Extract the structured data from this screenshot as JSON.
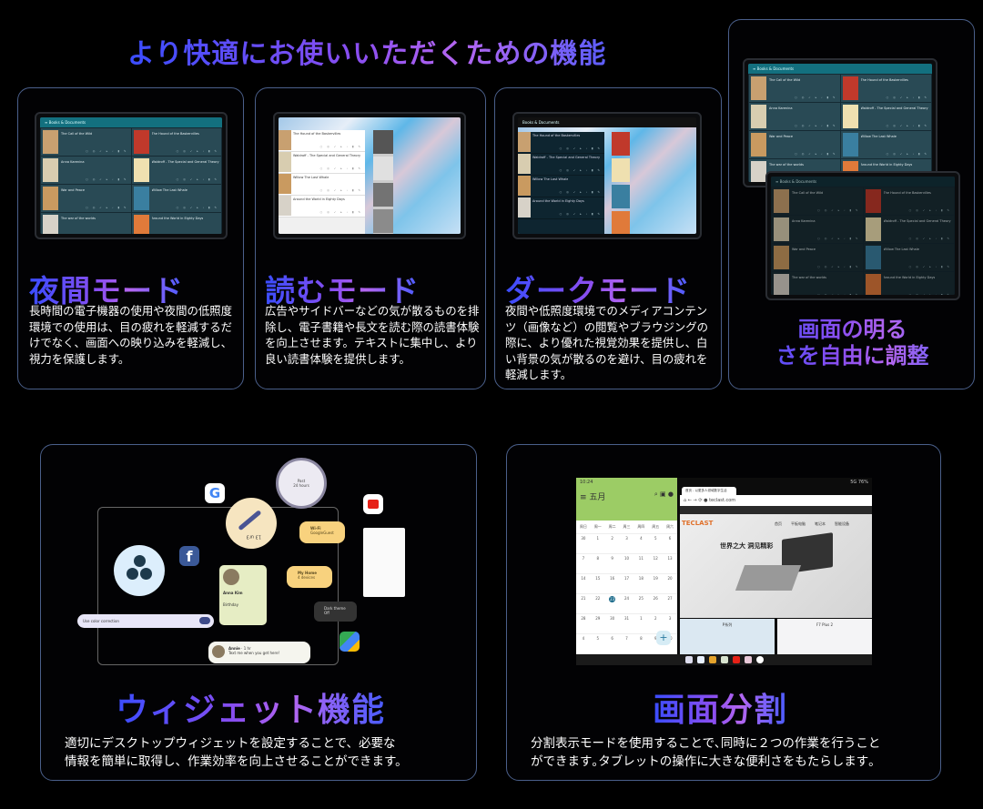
{
  "header": {
    "title": "より快適にお使いいただくための機能"
  },
  "cards": [
    {
      "title": "夜間モード",
      "desc": "長時間の電子機器の使用や夜間の低照度環境での使用は、目の疲れを軽減するだけでなく、画面への映り込みを軽減し、視力を保護します。"
    },
    {
      "title": "読むモード",
      "desc": "広告やサイドバーなどの気が散るものを排除し、電子書籍や長文を読む際の読書体験を向上させます。テキストに集中し、より良い読書体験を提供します。"
    },
    {
      "title": "ダークモード",
      "desc": "夜間や低照度環境でのメディアコンテンツ（画像など）の閲覧やブラウジングの際に、より優れた視覚効果を提供し、白い背景の気が散るのを避け、目の疲れを軽減します。"
    },
    {
      "title_line1": "画面の明る",
      "title_line2": "さを自由に調整"
    },
    {
      "title": "ウィジェット機能",
      "desc_line1": "適切にデスクトップウィジェットを設定することで、必要な",
      "desc_line2": "情報を簡単に取得し、作業効率を向上させることができます。"
    },
    {
      "title": "画面分割",
      "desc_line1": "分割表示モードを使用することで､同時に２つの作業を行うこと",
      "desc_line2": "ができます｡タブレットの操作に大きな便利さをもたらします｡"
    }
  ],
  "app": {
    "appbar_title": "Books & Documents",
    "books": [
      {
        "title": "The Call of the Wild",
        "color": "#c8a070"
      },
      {
        "title": "The Hound of the Baskervilles",
        "color": "#c0392b"
      },
      {
        "title": "Anna Karenina",
        "color": "#d8cdb0"
      },
      {
        "title": "Waldroff - The Special and General Theory",
        "color": "#efe0b0"
      },
      {
        "title": "War and Peace",
        "color": "#c99a60"
      },
      {
        "title": "Willow The Last Whale",
        "color": "#3a7fa0"
      },
      {
        "title": "The war of the worlds",
        "color": "#d7d2c8"
      },
      {
        "title": "Around the World in Eighty Days",
        "color": "#e07a3a"
      }
    ],
    "action_icons": "○ ◎ ✓ ▸ ‹ ▮ ✎"
  },
  "widgets": {
    "timer_label": "Past",
    "timer_sub": "24 hours",
    "wifi_title": "Wi-Fi",
    "wifi_sub": "GoogleGuest",
    "home_title": "My Home",
    "home_sub": "4 devices",
    "dark_theme": "Dark theme",
    "dark_sub": "Off",
    "contact_name": "Anna Kim",
    "birthday": "Birthday",
    "color_correction": "Use color correction",
    "message_name": "Annie",
    "message_time": "1 hr",
    "message_text": "Text me when you get here!",
    "clock_text": "13 ur3"
  },
  "split": {
    "status_time": "10:24",
    "battery": "5G 76%",
    "calendar_month": "五月",
    "weekdays": [
      "周日",
      "周一",
      "周二",
      "周三",
      "周四",
      "周五",
      "周六"
    ],
    "weeks": [
      [
        "30",
        "1",
        "2",
        "3",
        "4",
        "5",
        "6"
      ],
      [
        "7",
        "8",
        "9",
        "10",
        "11",
        "12",
        "13"
      ],
      [
        "14",
        "15",
        "16",
        "17",
        "18",
        "19",
        "20"
      ],
      [
        "21",
        "22",
        "23",
        "24",
        "25",
        "26",
        "27"
      ],
      [
        "28",
        "29",
        "30",
        "31",
        "1",
        "2",
        "3"
      ],
      [
        "4",
        "5",
        "6",
        "7",
        "8",
        "9",
        "10"
      ]
    ],
    "today": "23",
    "tab_title": "首页 - 以更多人领域数字生活",
    "url": "teclast.com",
    "brand": "TECLAST",
    "nav": [
      "首页",
      "平板电脑",
      "笔记本",
      "智能设备"
    ],
    "hero_text": "世界之大 洞见精彩",
    "promo1": "P系列",
    "promo2": "F7 Plus 2"
  }
}
